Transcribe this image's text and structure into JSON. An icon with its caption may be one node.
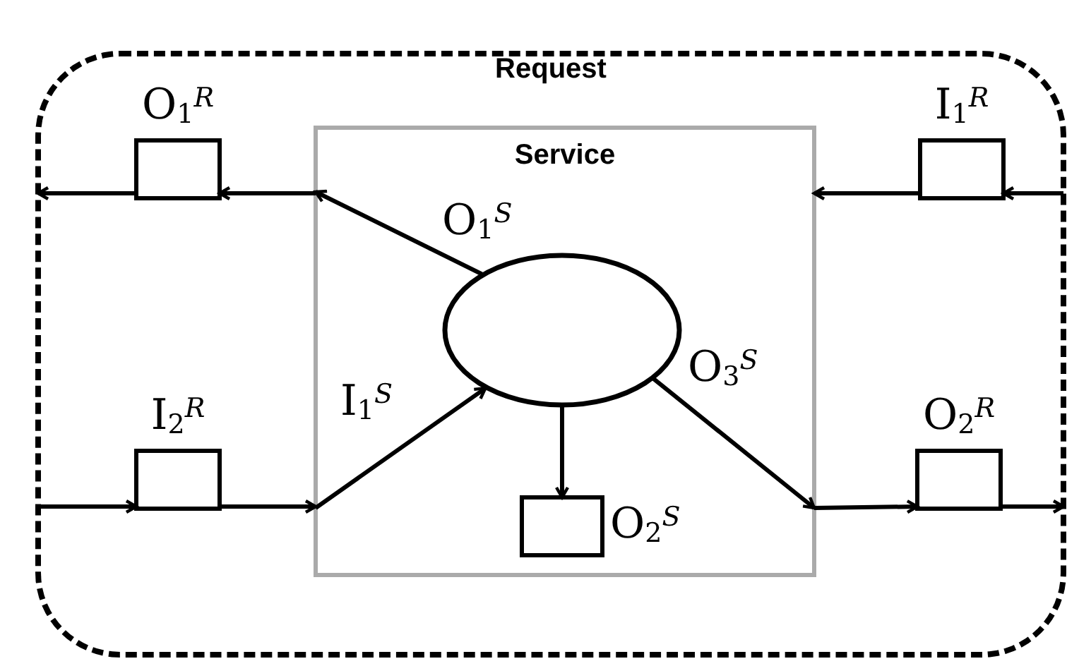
{
  "diagram": {
    "nodes": [
      {
        "text": [
          "Request"
        ]
      },
      {
        "text": [
          "O$_{1}$$^{R}$"
        ],
        "in": 0
      },
      {
        "text": [
          "Service"
        ],
        "in": 0
      },
      {
        "text": [
          "I$_{1}$$^{R}$"
        ],
        "in": 0
      },
      {
        "text": [],
        "shape": "ellipse",
        "in": 2
      },
      {
        "text": [
          "I$_{2}$$^{R}$"
        ],
        "in": 0
      },
      {
        "text": [
          "O$_{2}$$^{S}$"
        ],
        "in": 2
      },
      {
        "text": [
          "O$_{2}$$^{R}$"
        ],
        "in": 0
      }
    ],
    "edges": [
      {
        "from": 2,
        "to": 1,
        "arrow": "to"
      },
      {
        "from": 1,
        "to": 0,
        "arrow": "to"
      },
      {
        "from": 0,
        "to": 3,
        "arrow": "to"
      },
      {
        "from": 3,
        "to": 2,
        "arrow": "to"
      },
      {
        "from": 4,
        "to": 2,
        "arrow": "to",
        "label": "O$_{1}$$^{S}$"
      },
      {
        "from": 0,
        "to": 5,
        "arrow": "to"
      },
      {
        "from": 5,
        "to": 2,
        "arrow": "to"
      },
      {
        "from": 2,
        "to": 4,
        "arrow": "to",
        "label": "I$_{1}$$^{S}$"
      },
      {
        "from": 4,
        "to": 6,
        "arrow": "to"
      },
      {
        "from": 4,
        "to": 2,
        "arrow": "to",
        "label": "O$_{3}$$^{S}$"
      },
      {
        "from": 2,
        "to": 7,
        "arrow": "to"
      },
      {
        "from": 7,
        "to": 0,
        "arrow": "to"
      }
    ]
  }
}
